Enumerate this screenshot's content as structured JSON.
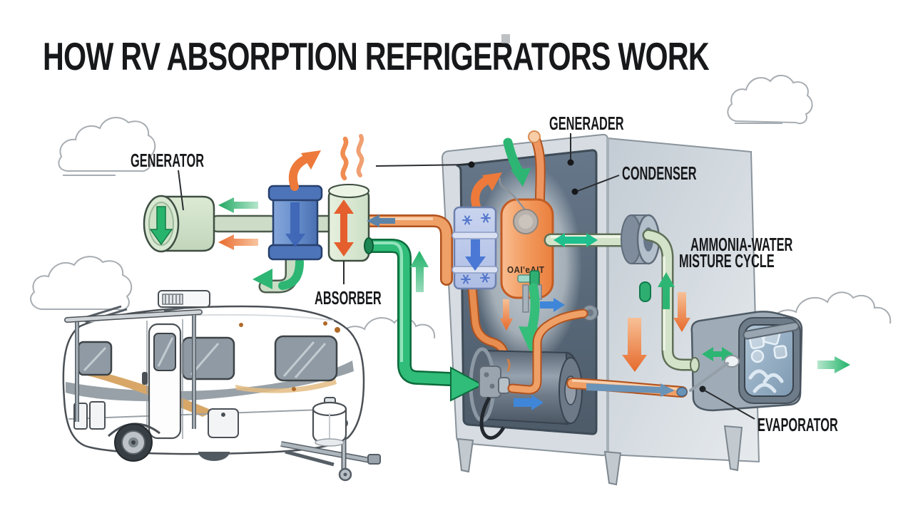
{
  "title": "HOW RV ABSORPTION REFRIGERATORS WORK",
  "labels": {
    "generator": "GENERATOR",
    "absorber": "ABSORBER",
    "generader": "GENERADER",
    "condenser": "CONDENSER",
    "ammonia_line1": "AMMONIA-WATER",
    "ammonia_line2": "MISTURE CYCLE",
    "evaporator": "EVAPORATOR"
  },
  "component_text": {
    "vessel_code": "OAI'eAIT"
  },
  "colors": {
    "hot_flow_orange": "#ED7A3A",
    "cool_flow_green": "#2DB673",
    "liquid_flow_blue": "#3F86D8",
    "pale_pipe_green": "#D3E3C9",
    "cabinet_grey": "#D6DCE1",
    "panel_slate": "#5D6C7A",
    "text_black": "#17181A"
  }
}
